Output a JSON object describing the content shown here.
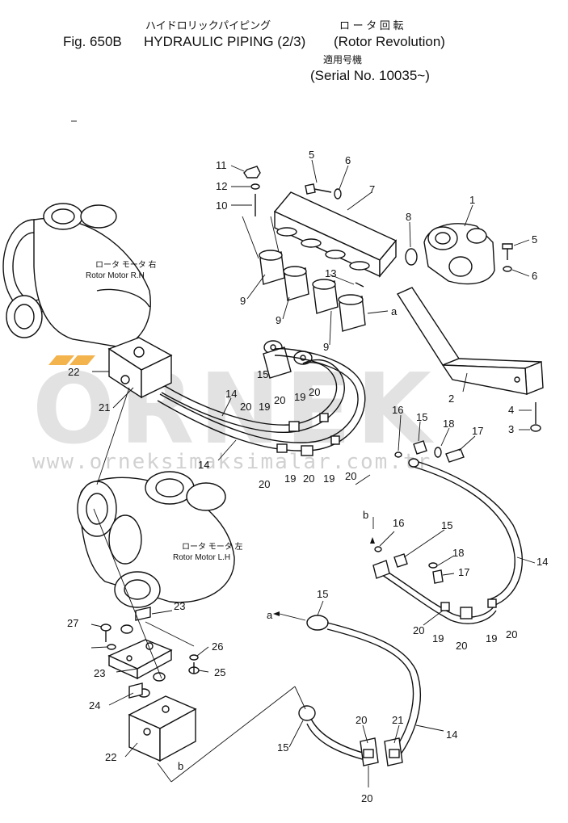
{
  "header": {
    "jp_title": "ハイドロリックパイピング",
    "fig_label": "Fig. 650B",
    "title_en": "HYDRAULIC PIPING (2/3)",
    "jp_subtitle": "ロ ー タ 回 転",
    "subtitle_en": "(Rotor Revolution)",
    "jp_serial": "適用号機",
    "serial": "(Serial No. 10035~)"
  },
  "labels": {
    "motor_rh_jp": "ロータ モータ 右",
    "motor_rh_en": "Rotor Motor R.H",
    "motor_lh_jp": "ロータ モータ 左",
    "motor_lh_en": "Rotor Motor L.H",
    "ref_a1": "a",
    "ref_a2": "a",
    "ref_b1": "b",
    "ref_b2": "b"
  },
  "callouts": [
    "1",
    "2",
    "3",
    "4",
    "5",
    "5",
    "6",
    "6",
    "7",
    "8",
    "9",
    "9",
    "9",
    "10",
    "11",
    "12",
    "13",
    "14",
    "14",
    "14",
    "14",
    "15",
    "15",
    "15",
    "15",
    "15",
    "16",
    "16",
    "17",
    "17",
    "18",
    "18",
    "19",
    "19",
    "19",
    "19",
    "19",
    "19",
    "20",
    "20",
    "20",
    "20",
    "20",
    "20",
    "20",
    "20",
    "20",
    "20",
    "20",
    "21",
    "21",
    "22",
    "22",
    "23",
    "23",
    "24",
    "25",
    "26",
    "27"
  ],
  "watermark": {
    "logo_text": "ORNEK",
    "url_text": "www.orneksimaksimalar.com.tr"
  }
}
